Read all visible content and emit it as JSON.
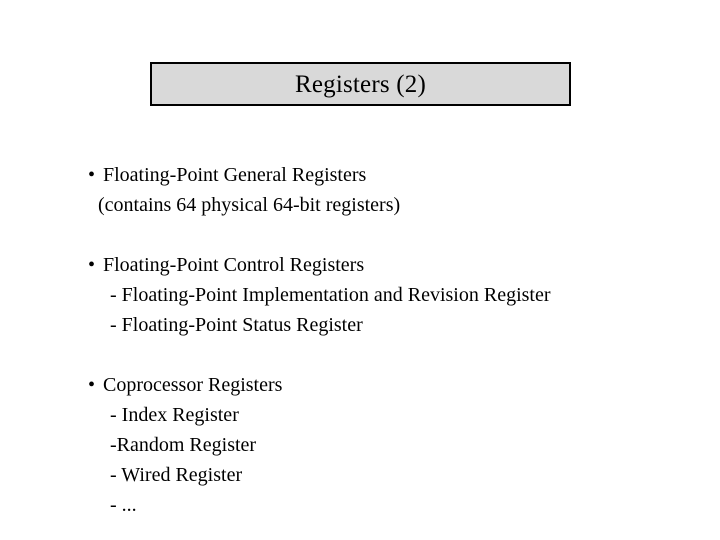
{
  "slide": {
    "title": "Registers (2)",
    "title_box": {
      "fill_color": "#d9d9d9",
      "border_color": "#000000"
    },
    "background_color": "#ffffff",
    "text_color": "#000000",
    "bullet_glyph": "•",
    "blocks": [
      {
        "bullet": "Floating-Point General Registers",
        "lines": [
          {
            "kind": "continuation",
            "text": "(contains 64 physical 64-bit registers)"
          }
        ]
      },
      {
        "bullet": "Floating-Point Control Registers",
        "lines": [
          {
            "kind": "sub",
            "text": "- Floating-Point Implementation and Revision Register"
          },
          {
            "kind": "sub",
            "text": "- Floating-Point Status Register"
          }
        ]
      },
      {
        "bullet": "Coprocessor Registers",
        "lines": [
          {
            "kind": "sub",
            "text": "- Index Register"
          },
          {
            "kind": "sub",
            "text": "-Random Register"
          },
          {
            "kind": "sub",
            "text": "- Wired Register"
          },
          {
            "kind": "sub",
            "text": "- ..."
          }
        ]
      }
    ]
  }
}
